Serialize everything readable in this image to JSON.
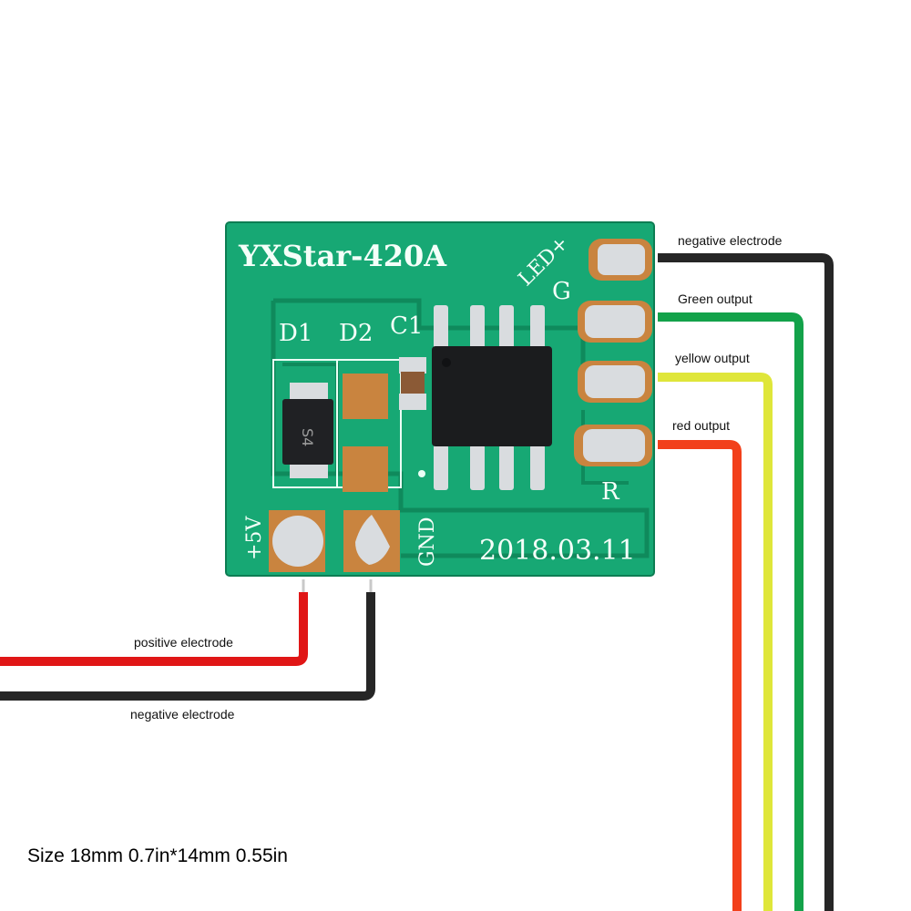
{
  "board": {
    "model": "YXStar-420A",
    "date": "2018.03.11",
    "labels": {
      "led_plus": "LED+",
      "g": "G",
      "r": "R",
      "d1": "D1",
      "d2": "D2",
      "c1": "C1",
      "vin": "+5V",
      "gnd": "GND",
      "diode_code": "S4"
    }
  },
  "wires": {
    "outputs": [
      {
        "label": "negative electrode",
        "color": "#262626"
      },
      {
        "label": "Green output",
        "color": "#13a24a"
      },
      {
        "label": "yellow output",
        "color": "#dfe63a"
      },
      {
        "label": "red output",
        "color": "#f2401b"
      }
    ],
    "inputs": [
      {
        "label": "positive electrode",
        "color": "#e01616"
      },
      {
        "label": "negative electrode",
        "color": "#262626"
      }
    ]
  },
  "size_note": "Size 18mm 0.7in*14mm 0.55in",
  "colors": {
    "pcb": "#17a874",
    "pcb_dark": "#0f8a5c",
    "copper": "#c9843f",
    "solder": "#d9dcdf",
    "chip": "#1b1c1e"
  }
}
